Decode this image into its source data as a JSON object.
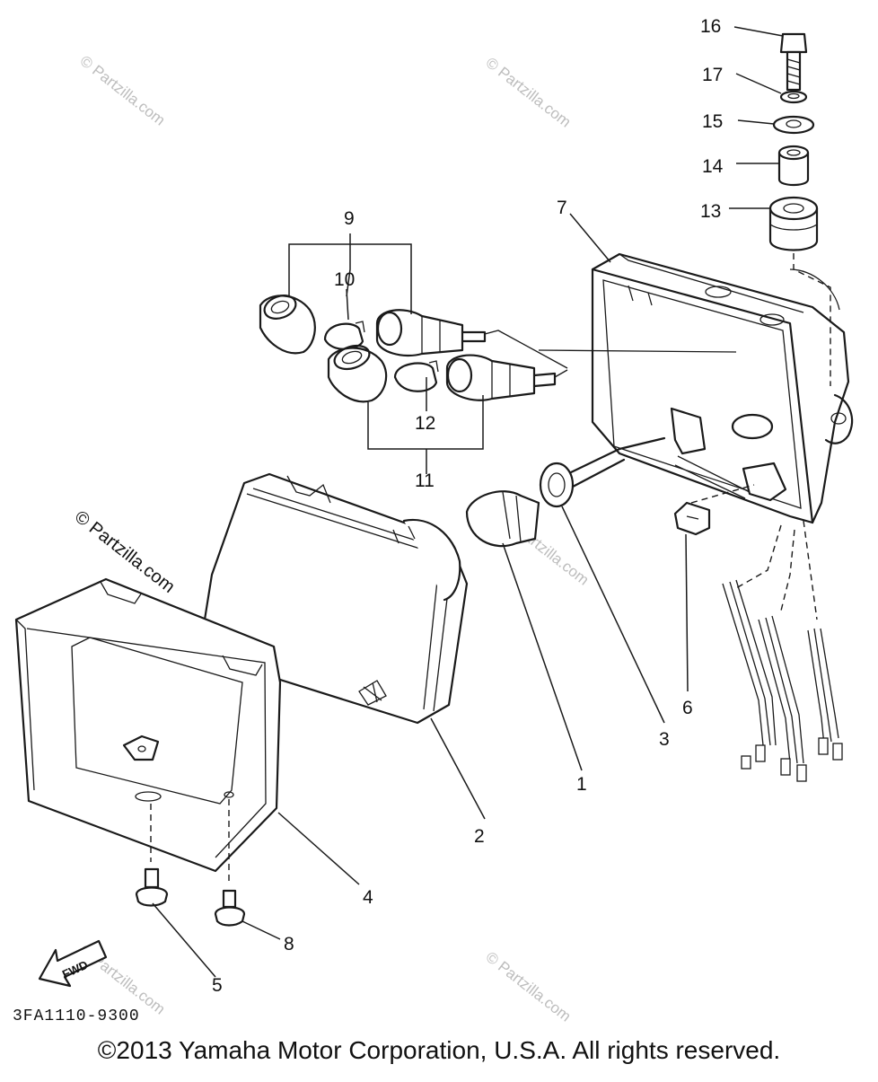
{
  "diagram": {
    "diagram_code": "3FA1110-9300",
    "copyright": "©2013 Yamaha Motor Corporation, U.S.A. All rights reserved.",
    "direction_label": "FWD",
    "watermark_text": "© Partzilla.com",
    "callouts": {
      "c1": "1",
      "c2": "2",
      "c3": "3",
      "c4": "4",
      "c5": "5",
      "c6": "6",
      "c7": "7",
      "c8": "8",
      "c9": "9",
      "c10": "10",
      "c11": "11",
      "c12": "12",
      "c13": "13",
      "c14": "14",
      "c15": "15",
      "c16": "16",
      "c17": "17"
    }
  }
}
